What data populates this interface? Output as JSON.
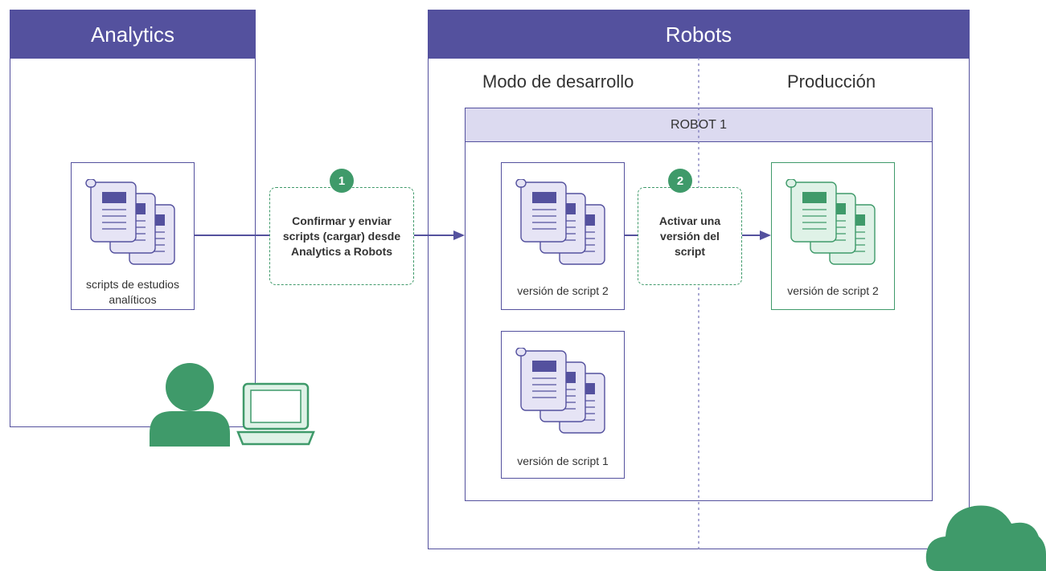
{
  "analytics": {
    "title": "Analytics",
    "scripts_card_label": "scripts de estudios analíticos"
  },
  "robots": {
    "title": "Robots",
    "dev_label": "Modo de desarrollo",
    "prod_label": "Producción",
    "robot_label": "ROBOT 1",
    "dev_cards": [
      {
        "label": "versión de script 2"
      },
      {
        "label": "versión de script 1"
      }
    ],
    "prod_cards": [
      {
        "label": "versión de script 2"
      }
    ]
  },
  "steps": [
    {
      "number": "1",
      "text": "Confirmar y enviar scripts (cargar) desde Analytics a Robots"
    },
    {
      "number": "2",
      "text": "Activar una versión del script"
    }
  ],
  "colors": {
    "accent": "#54519e",
    "green": "#3f9a6a",
    "robot_header_bg": "#dcdaf0",
    "doc_fill_purple": "#e6e4f5",
    "doc_fill_green": "#dff2e7"
  },
  "icons": [
    "script-documents-icon",
    "user-icon",
    "laptop-icon",
    "cloud-icon"
  ]
}
